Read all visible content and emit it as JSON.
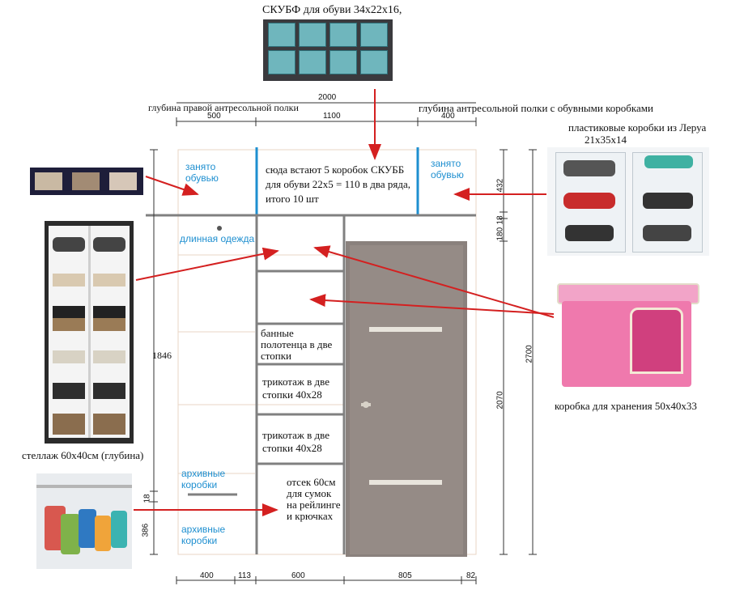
{
  "shoe_box_title": "СКУБФ для обуви 34x22x16,",
  "left_depth_label": "глубина правой антресольной полки",
  "right_depth_label": "глубина антресольной полки с обувными коробками",
  "plastic_boxes_label": "пластиковые коробки из Леруа",
  "plastic_boxes_size": "21x35x14",
  "storage_box_label": "коробка для хранения 50x40x33",
  "rack_label": "стеллаж 60x40см (глубина)",
  "top_dims": {
    "total": "2000",
    "left": "500",
    "middle": "1100",
    "right": "400"
  },
  "bottom_dims": {
    "a": "400",
    "b": "113",
    "c": "600",
    "d": "805",
    "e": "82"
  },
  "left_dims": {
    "total": "1846",
    "gap": "18",
    "bottom": "386"
  },
  "right_dims": {
    "top": "432",
    "gap": "18",
    "shelf": "180",
    "door": "2070",
    "total": "2700"
  },
  "cells": {
    "occupied_left": "занято обувью",
    "occupied_right": "занято обувью",
    "mezzanine_note": "сюда встают 5 коробок СКУББ для обуви 22x5 = 110 в два ряда, итого 10 шт",
    "long_clothes": "длинная одежда",
    "archive_top": "архивные коробки",
    "archive_bottom": "архивные коробки",
    "towels": "банные полотенца в две стопки",
    "knit_1": "трикотаж в две стопки  40x28",
    "knit_2": "трикотаж в две стопки  40x28",
    "bags": "отсек 60см для сумок на рейлинге и крючках"
  },
  "colors": {
    "accent_blue": "#1e8fd0",
    "arrow_red": "#d42020",
    "wall_gray": "#808080",
    "door": "#8e8480"
  }
}
